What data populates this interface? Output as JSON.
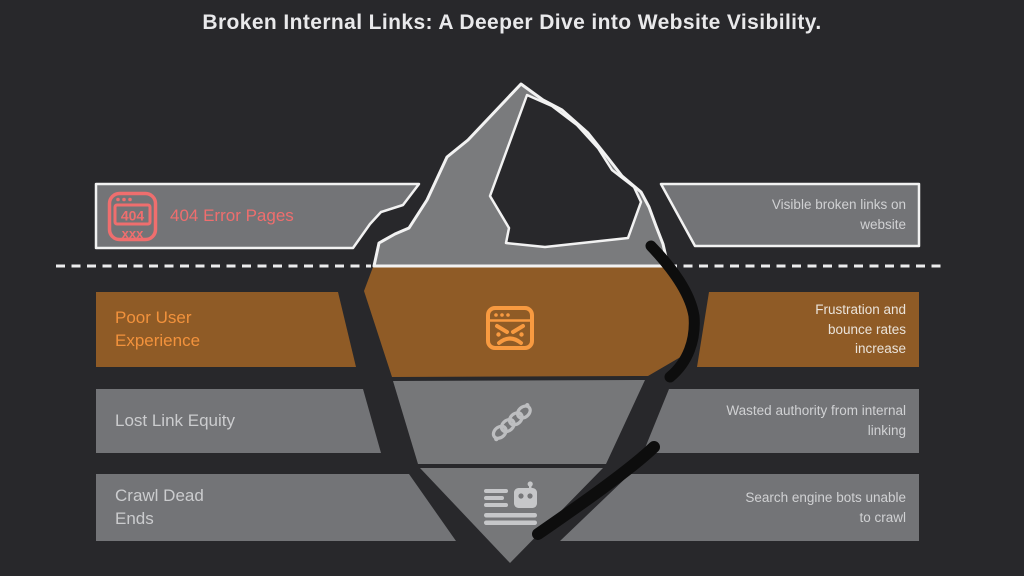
{
  "title": "Broken Internal Links: A Deeper Dive into Website Visibility.",
  "left_items": [
    {
      "label": "404 Error Pages",
      "icon": "404-browser-icon"
    },
    {
      "label": "Poor User Experience"
    },
    {
      "label": "Lost Link Equity"
    },
    {
      "label": "Crawl Dead Ends"
    }
  ],
  "right_items": [
    {
      "label": "Visible broken links on website"
    },
    {
      "label": "Frustration and bounce rates increase"
    },
    {
      "label": "Wasted authority from internal linking"
    },
    {
      "label": "Search engine bots unable to crawl"
    }
  ],
  "badge_404": {
    "code": "404",
    "sub": "xxx"
  },
  "center_icons": [
    "angry-browser-icon",
    "chain-links-icon",
    "crawler-bot-list-icon"
  ],
  "colors": {
    "background": "#28282b",
    "iceberg_gray": "#7a7b7d",
    "box_gray": "#737477",
    "band_orange": "#8f5b26",
    "accent_orange": "#f2923c",
    "accent_salmon": "#ef6e6e",
    "outline_white": "#f2f2f2",
    "muted_text": "#cbccce",
    "ink_black": "#0d0d0d"
  }
}
